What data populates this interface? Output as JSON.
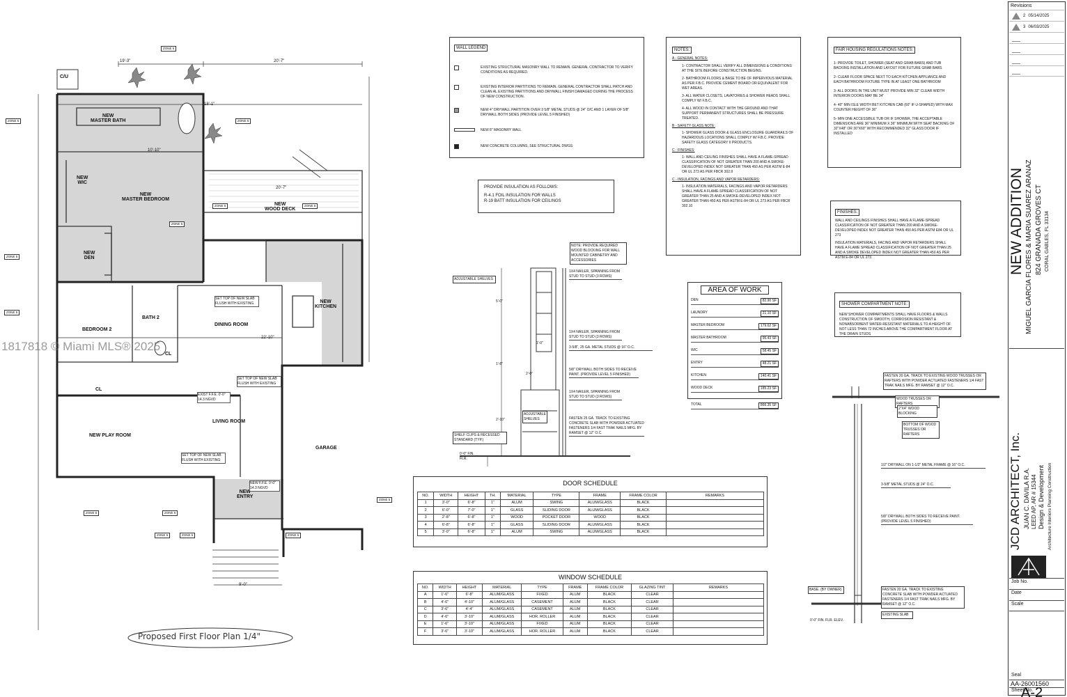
{
  "watermark": "1817818 © Miami MLS® 2025",
  "plan": {
    "title": "Proposed First Floor Plan 1/4\"",
    "rooms": {
      "master_bath": "NEW\nMASTER BATH",
      "wic": "NEW\nWIC",
      "master_bedroom": "NEW\nMASTER BEDROOM",
      "den": "NEW\nDEN",
      "wood_deck": "NEW\nWOOD DECK",
      "kitchen": "NEW\nKITCHEN",
      "bedroom2": "BEDROOM 2",
      "bath2": "BATH 2",
      "dining": "DINING ROOM",
      "cl1": "CL",
      "cl2": "CL",
      "living": "LIVING ROOM",
      "play": "NEW PLAY ROOM",
      "garage": "GARAGE",
      "entry": "NEW\nENTRY",
      "cu": "C/U"
    },
    "notes": {
      "slab1": "SET TOP OF NEW SLAB FLUSH WITH EXISTING",
      "slab2": "SET TOP OF NEW SLAB FLUSH WITH EXISTING",
      "slab3": "SET TOP OF NEW SLAB FLUSH WITH EXISTING",
      "exist_ffe": "EXIST F.F.E. 0'-0\" 14.3 NGVD",
      "new_ffe": "NEW F.F.E. 0'-0\" 14.3 NGVD"
    },
    "dims": {
      "top1": "19'-3\"",
      "top2": "20'-7\"",
      "mid1": "18'-1\"",
      "mid2": "10'-10\"",
      "mid3": "20'-7\"",
      "mid4": "22'-10\"",
      "bot": "9'-0\""
    },
    "zone_label": "ZONE 5"
  },
  "wall_legend": {
    "title": "WALL LEGEND",
    "items": [
      "EXISTING STRUCTURAL MASONRY WALL TO REMAIN. GENERAL CONTRACTOR TO VERIFY CONDITIONS AS REQUIRED.",
      "EXISTING INTERIOR PARTITIONS TO REMAIN. GENERAL CONTRACTOR SHALL PATCH AND CLEAN AL EXISTING PARTITIONS AND DRYWALL FINISH DAMAGED DURING THE PROCESS OF NEW CONSTRUCTION.",
      "NEW 4\" DRYWALL PARTITION OVER 3 5/8\" METAL STUDS @ 24\" O/C AND 1 LAYER OF 5/8\" DRYWALL BOTH SIDES (PROVIDE LEVEL 5 FINISHED)",
      "NEW 8\" MASONRY WALL",
      "NEW CONCRETE COLUMNS, SEE STRUCTURAL DWGS"
    ]
  },
  "insulation": {
    "title": "PROVIDE INSULATION AS FOLLOWS:",
    "lines": [
      "R-4.1 FOIL INSULATION FOR WALLS",
      "R-19 BATT INSULATION FOR CEILINGS"
    ]
  },
  "notes_block": {
    "title": "NOTES:",
    "sections": [
      {
        "head": "A - GENERAL NOTES:",
        "items": [
          "1- CONTRACTOR SHALL VERIFY ALL DIMENSIONS & CONDITIONS AT THE SITE BEFORE CONSTRUCTION BEGINS.",
          "2- BATHROOM FLOORS & BASE TO BE OF IMPERVIOUS MATERIAL AS PER F.B.C. PROVIDE CEMENT BOARD OR EQUIVALENT FOR WET AREAS.",
          "3- ALL WATER CLOSETS, LAVATORIES & SHOWER HEADS SHALL COMPLY W/ F.B.C.",
          "4- ALL WOOD IN CONTACT WITH THE GROUND AND THAT SUPPORT PERMANENT STRUCTURES SHALL BE PRESSURE TREATED."
        ]
      },
      {
        "head": "B - SAFETY GLASS NOTE:",
        "items": [
          "1- SHOWER GLASS DOOR & GLASS ENCLOSURE GUARDRAILS OF HAZARDOUS LOCATIONS SHALL COMPLY W/ F.B.C. PROVIDE SAFETY GLASS CATEGORY II PRODUCTS."
        ]
      },
      {
        "head": "C - FINISHES:",
        "items": [
          "1- WALL AND CEILING FINISHES SHALL HAVE A FLAME-SPREAD CLASSIFICATION OF NOT GREATER THAN 200 AND A SMOKE-DEVELOPED INDEX NOT GREATER THAN 450 AS PER ASTM E-84 OR UL 273 AS PER FBCR 302.9"
        ]
      },
      {
        "head": "C - INSULATION, FACINGS AND VAPOR RETARDERS:",
        "items": [
          "1- INSULATION MATERIALS, FACINGS AND VAPOR RETARDERS SHALL HAVE A FLAME-SPREAD CLASSIFICATION OF NOT GREATER THAN 25 AND A SMOKE-DEVELOPED INDEX NOT GREATER THAN 450 AS PER ASTM E-84 OR UL 273 AS PER FBCR 302.10"
        ]
      }
    ]
  },
  "fair_housing": {
    "title": "FAIR HOUSING REGULATIONS NOTES:",
    "items": [
      "1- PROVIDE TOILET, SHOWER (SEAT AND GRAB BARS) AND TUB BACKING INSTALLATION AND LAYOUT FOR FUTURE GRAB BARS",
      "2- CLEAR FLOOR SPACE NEXT TO EACH KITCHEN APPLIANCE AND EACH BATHROOM FIXTURE TYPE IN AT LEAST ONE BATHROOM",
      "3- ALL DOORS IN THE UNIT MUST PROVIDE MIN 32\" CLEAR WIDTH INTERIOR DOORS MAY BE 34\"",
      "4- 40\" MIN ISLE WIDTH BET KITCHEN CAB (60\" IF U-SHAPED) WITH MAX COUNTER HEIGHT OF 36\"",
      "5- MIN ONE ACCESSIBLE TUB OR IF SHOWER, THE ACCEPTABLE DIMENSIONS ARE 36\" MINIMUM X 36\" MINIMUM WITH SEAT BACKING OF 32\"X48\" OR 30\"X60\" WITH RECOMMENDED 32\" GLASS DOOR IF INSTALLED"
    ]
  },
  "finishes": {
    "title": "FINISHES:",
    "items": [
      "WALL AND CEILINGS FINISHES SHALL HAVE A FLAME-SPREAD CLASSIFICATION OF NOT GREATER THAN 200 AND A SMOKE-DEVELOPED INDEX NOT GREATER THAN 450 AS PER ASTM E84 OR UL 273",
      "INSULATION MATERIALS, FACING AND VAPOR RETARDERS SHALL HAVE A FLAME SPREAD CLASSIFICATION OF NOT GREATER THAN 25 AND A SMOKE DEVELOPED INDEX NOT GREATER THAN 450 AS PER ASTM E-84 OR UL 273"
    ]
  },
  "shower_note": {
    "title": "SHOWER COMPARTMENT NOTE:",
    "text": "NEW SHOWER COMPARTMENTS SHALL HAVE FLOORS & WALLS CONSTRUCTION OF SMOOTH, CORROSION RESISTANT & NONABSORBENT WATER-RESISTANT MATERIALS TO A HEIGHT OF NOT LESS THAN 72 INCHES ABOVE THE COMPARTMENT FLOOR AT THE DRAIN STUDS"
  },
  "area_of_work": {
    "title": "AREA OF WORK",
    "rows": [
      {
        "name": "DEN",
        "value": "82.90 SF"
      },
      {
        "name": "LAUNDRY",
        "value": "21.10 SF"
      },
      {
        "name": "MASTER BEDROOM",
        "value": "179.62 SF"
      },
      {
        "name": "MASTER BATHROOM",
        "value": "95.43 SF"
      },
      {
        "name": "WIC",
        "value": "58.45 SF"
      },
      {
        "name": "ENTRY",
        "value": "48.21 SF"
      },
      {
        "name": "KITCHEN",
        "value": "140.41 SF"
      },
      {
        "name": "WOOD DECK",
        "value": "185.23 SF"
      }
    ],
    "total_label": "TOTAL",
    "total_value": "866.35 SF"
  },
  "door_schedule": {
    "title": "DOOR SCHEDULE",
    "headers": [
      "NO.",
      "WIDTH",
      "HEIGHT",
      "TH.",
      "MATERIAL",
      "TYPE",
      "FRAME",
      "FRAME COLOR",
      "REMARKS"
    ],
    "rows": [
      [
        "1",
        "3'-0\"",
        "6'-8\"",
        "1\"",
        "ALUM",
        "SWING",
        "ALUM/GLASS",
        "BLACK",
        ""
      ],
      [
        "2",
        "6'-0\"",
        "7'-0\"",
        "1\"",
        "GLASS",
        "SLIDING DOOR",
        "ALUM/GLASS",
        "BLACK",
        ""
      ],
      [
        "3",
        "2'-8\"",
        "6'-8\"",
        "1\"",
        "WOOD",
        "POCKET DOOR",
        "WOOD",
        "BLACK",
        ""
      ],
      [
        "4",
        "6'-8\"",
        "6'-8\"",
        "1\"",
        "GLASS",
        "SLIDING DOOR",
        "ALUM/GLASS",
        "BLACK",
        ""
      ],
      [
        "5",
        "3'-0\"",
        "6'-8\"",
        "1\"",
        "ALUM",
        "SWING",
        "ALUM/GLASS",
        "BLACK",
        ""
      ]
    ]
  },
  "window_schedule": {
    "title": "WINDOW SCHEDULE",
    "headers": [
      "NO.",
      "WIDTH",
      "HEIGHT",
      "MATERIAL",
      "TYPE",
      "FRAME",
      "FRAME COLOR",
      "GLAZING TINT",
      "REMARKS"
    ],
    "rows": [
      [
        "A",
        "1'-6\"",
        "6'-8\"",
        "ALUM/GLASS",
        "FIXED",
        "ALUM",
        "BLACK",
        "CLEAR",
        ""
      ],
      [
        "B",
        "4'-6\"",
        "4'-10\"",
        "ALUM/GLASS",
        "CASEMENT",
        "ALUM",
        "BLACK",
        "CLEAR",
        ""
      ],
      [
        "C",
        "3'-6\"",
        "4'-4\"",
        "ALUM/GLASS",
        "CASEMENT",
        "ALUM",
        "BLACK",
        "CLEAR",
        ""
      ],
      [
        "D",
        "4'-6\"",
        "3'-10\"",
        "ALUM/GLASS",
        "HOR. ROLLER",
        "ALUM",
        "BLACK",
        "CLEAR",
        ""
      ],
      [
        "E",
        "1'-6\"",
        "3'-10\"",
        "ALUM/GLASS",
        "FIXED",
        "ALUM",
        "BLACK",
        "CLEAR",
        ""
      ],
      [
        "F",
        "3'-6\"",
        "3'-10\"",
        "ALUM/GLASS",
        "HOR. ROLLER",
        "ALUM",
        "BLACK",
        "CLEAR",
        ""
      ]
    ]
  },
  "shelf_detail": {
    "note": "NOTE: PROVIDE REQUIRED WOOD BLOCKING FOR WALL MOUNTED CABINETRY AND ACCESSORIES",
    "callouts": [
      "ADJUSTABLE SHELVES",
      "1X4 NAILER, SPANNING FROM STUD TO STUD (3 ROWS)",
      "1X4 NAILER, SPANNING FROM STUD TO STUD (3 ROWS)",
      "3-5/8\", 25 GA. METAL STUDS @ 16\" O.C.",
      "5/8\" DRYWALL BOTH SIDES TO RECEIVE PAINT. (PROVIDE LEVEL 5 FINISHED)",
      "1X4 NAILER, SPANNING FROM STUD TO STUD (3 ROWS)",
      "ADJUSTABLE SHELVES",
      "SHELF CLIPS & RECESSED STANDARD (TYP.)",
      "FASTEN 25 GA. TRACK TO EXISTING CONCRETE SLAB WITH POWDER ACTUATED FASTENERS 1/4 FAST TRAK NAILS MFG. BY RAMSET @ 12\" O.C."
    ],
    "dims": [
      "5'-0\"",
      "1'-8\"",
      "2'-0\"",
      "2'-10\"",
      "1'-0\""
    ],
    "level": "0'-0\" FIN. FLR."
  },
  "wall_section": {
    "callouts": [
      "FASTEN 20 GA. TRACK TO EXISTING WOOD TRUSSES OR RAFTERS WITH POWDER ACTUATED FASTENERS 1/4 FAST TRAK NAILS MFG. BY RAMSET @ 12\" O.C.",
      "WOOD TRUSSES OR RAFTERS",
      "2\"X4\" WOOD BLOCKING",
      "BOTTOM OF WOOD TRUSSES OR RAFTERS",
      "1/2\" DRYWALL ON 1-1/2\" METAL FRAME @ 16\" O.C.",
      "3-5/8\" METAL STUDS @ 24\" O.C.",
      "5/8\" DRYWALL BOTH SIDES TO RECEIVE PAINT. (PROVIDE LEVEL 5 FINISHED)",
      "FASTEN 20 GA. TRACK TO EXISTING CONCRETE SLAB WITH POWDER ACTUATED FASTENERS 1/4 FAST TRAK NAILS MFG. BY RAMSET @ 12\" O.C.",
      "EXISTING SLAB",
      "BASE. (BY OWNER)"
    ],
    "level": "0'-0\" FIN. FLR. ELEV."
  },
  "title_block": {
    "revisions_label": "Revisions",
    "revisions": [
      {
        "num": "2",
        "date": "05/14/2025"
      },
      {
        "num": "3",
        "date": "06/03/2025"
      },
      {
        "num": "",
        "date": ""
      },
      {
        "num": "",
        "date": ""
      },
      {
        "num": "",
        "date": ""
      },
      {
        "num": "",
        "date": ""
      }
    ],
    "project": "NEW ADDITION",
    "owners": "MIGUEL GARCIA FLORES & MARIA SUAREZ ARANAZ",
    "address": "824 GRANADA GROVES CT",
    "city": "CORAL GABLES, FL 33134",
    "firm": "JCD ARCHITECT, Inc.",
    "architect": "JUAN C. DAVILA R.A.",
    "license": "LEED AP, AR # 15344",
    "tagline": "Design & Development",
    "services": "Architecture   Interiors   Planning   Construction",
    "job_no_label": "Job No.",
    "date_label": "Date",
    "scale_label": "Scale",
    "seal_label": "Seal",
    "seal_number": "AA-26001560",
    "sheet_label": "Sheet No.",
    "sheet_number": "A-2"
  }
}
